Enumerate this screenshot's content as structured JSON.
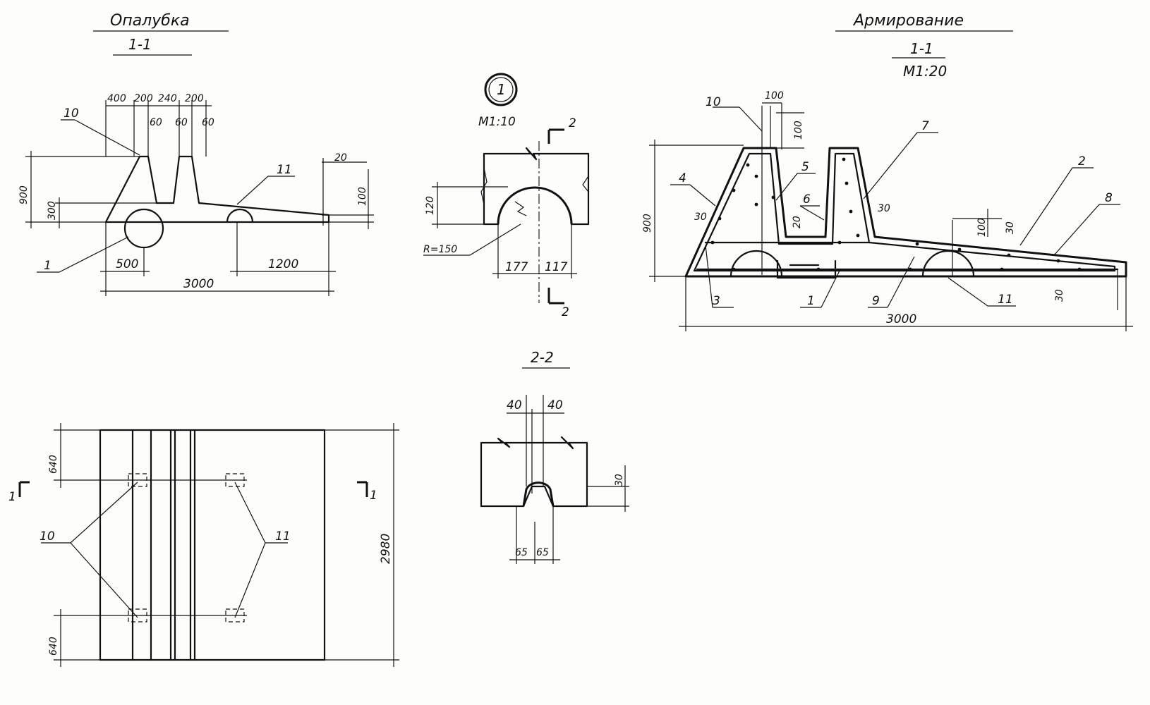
{
  "titles": {
    "formwork": "Опалубка",
    "reinforcement": "Армирование",
    "formwork_section": "1-1",
    "reinforcement_section": "1-1",
    "reinforcement_scale": "М1:20",
    "node_number": "1",
    "node_scale": "М1:10",
    "section_2_2": "2-2"
  },
  "formwork_section": {
    "dims_top": [
      "400",
      "200",
      "240",
      "200"
    ],
    "dims_top_small": [
      "60",
      "60",
      "60"
    ],
    "dim_height": "900",
    "dim_lower": "300",
    "dim_edge_top": "20",
    "dim_edge": "100",
    "dim_left": "500",
    "dim_right": "1200",
    "dim_total": "3000",
    "marks": [
      "10",
      "11",
      "1"
    ]
  },
  "node": {
    "dim_height": "120",
    "radius": "R=150",
    "dim_left": "177",
    "dim_right": "117",
    "cut_mark": "2"
  },
  "section22": {
    "dims_top": [
      "40",
      "40"
    ],
    "dim_right": "30",
    "dims_bottom": [
      "65",
      "65"
    ]
  },
  "plan": {
    "dim_top": "640",
    "dim_bottom": "640",
    "dim_total": "2980",
    "cut_left": "1",
    "cut_right": "1",
    "marks": [
      "10",
      "11"
    ]
  },
  "reinforcement_section": {
    "dims_top": [
      "100",
      "100"
    ],
    "dim_height": "900",
    "dims_30": [
      "30",
      "30",
      "30",
      "30"
    ],
    "dim_20": "20",
    "dim_100_right": "100",
    "dim_total": "3000",
    "marks": [
      "10",
      "7",
      "4",
      "5",
      "6",
      "2",
      "8",
      "3",
      "1",
      "9",
      "11"
    ]
  }
}
